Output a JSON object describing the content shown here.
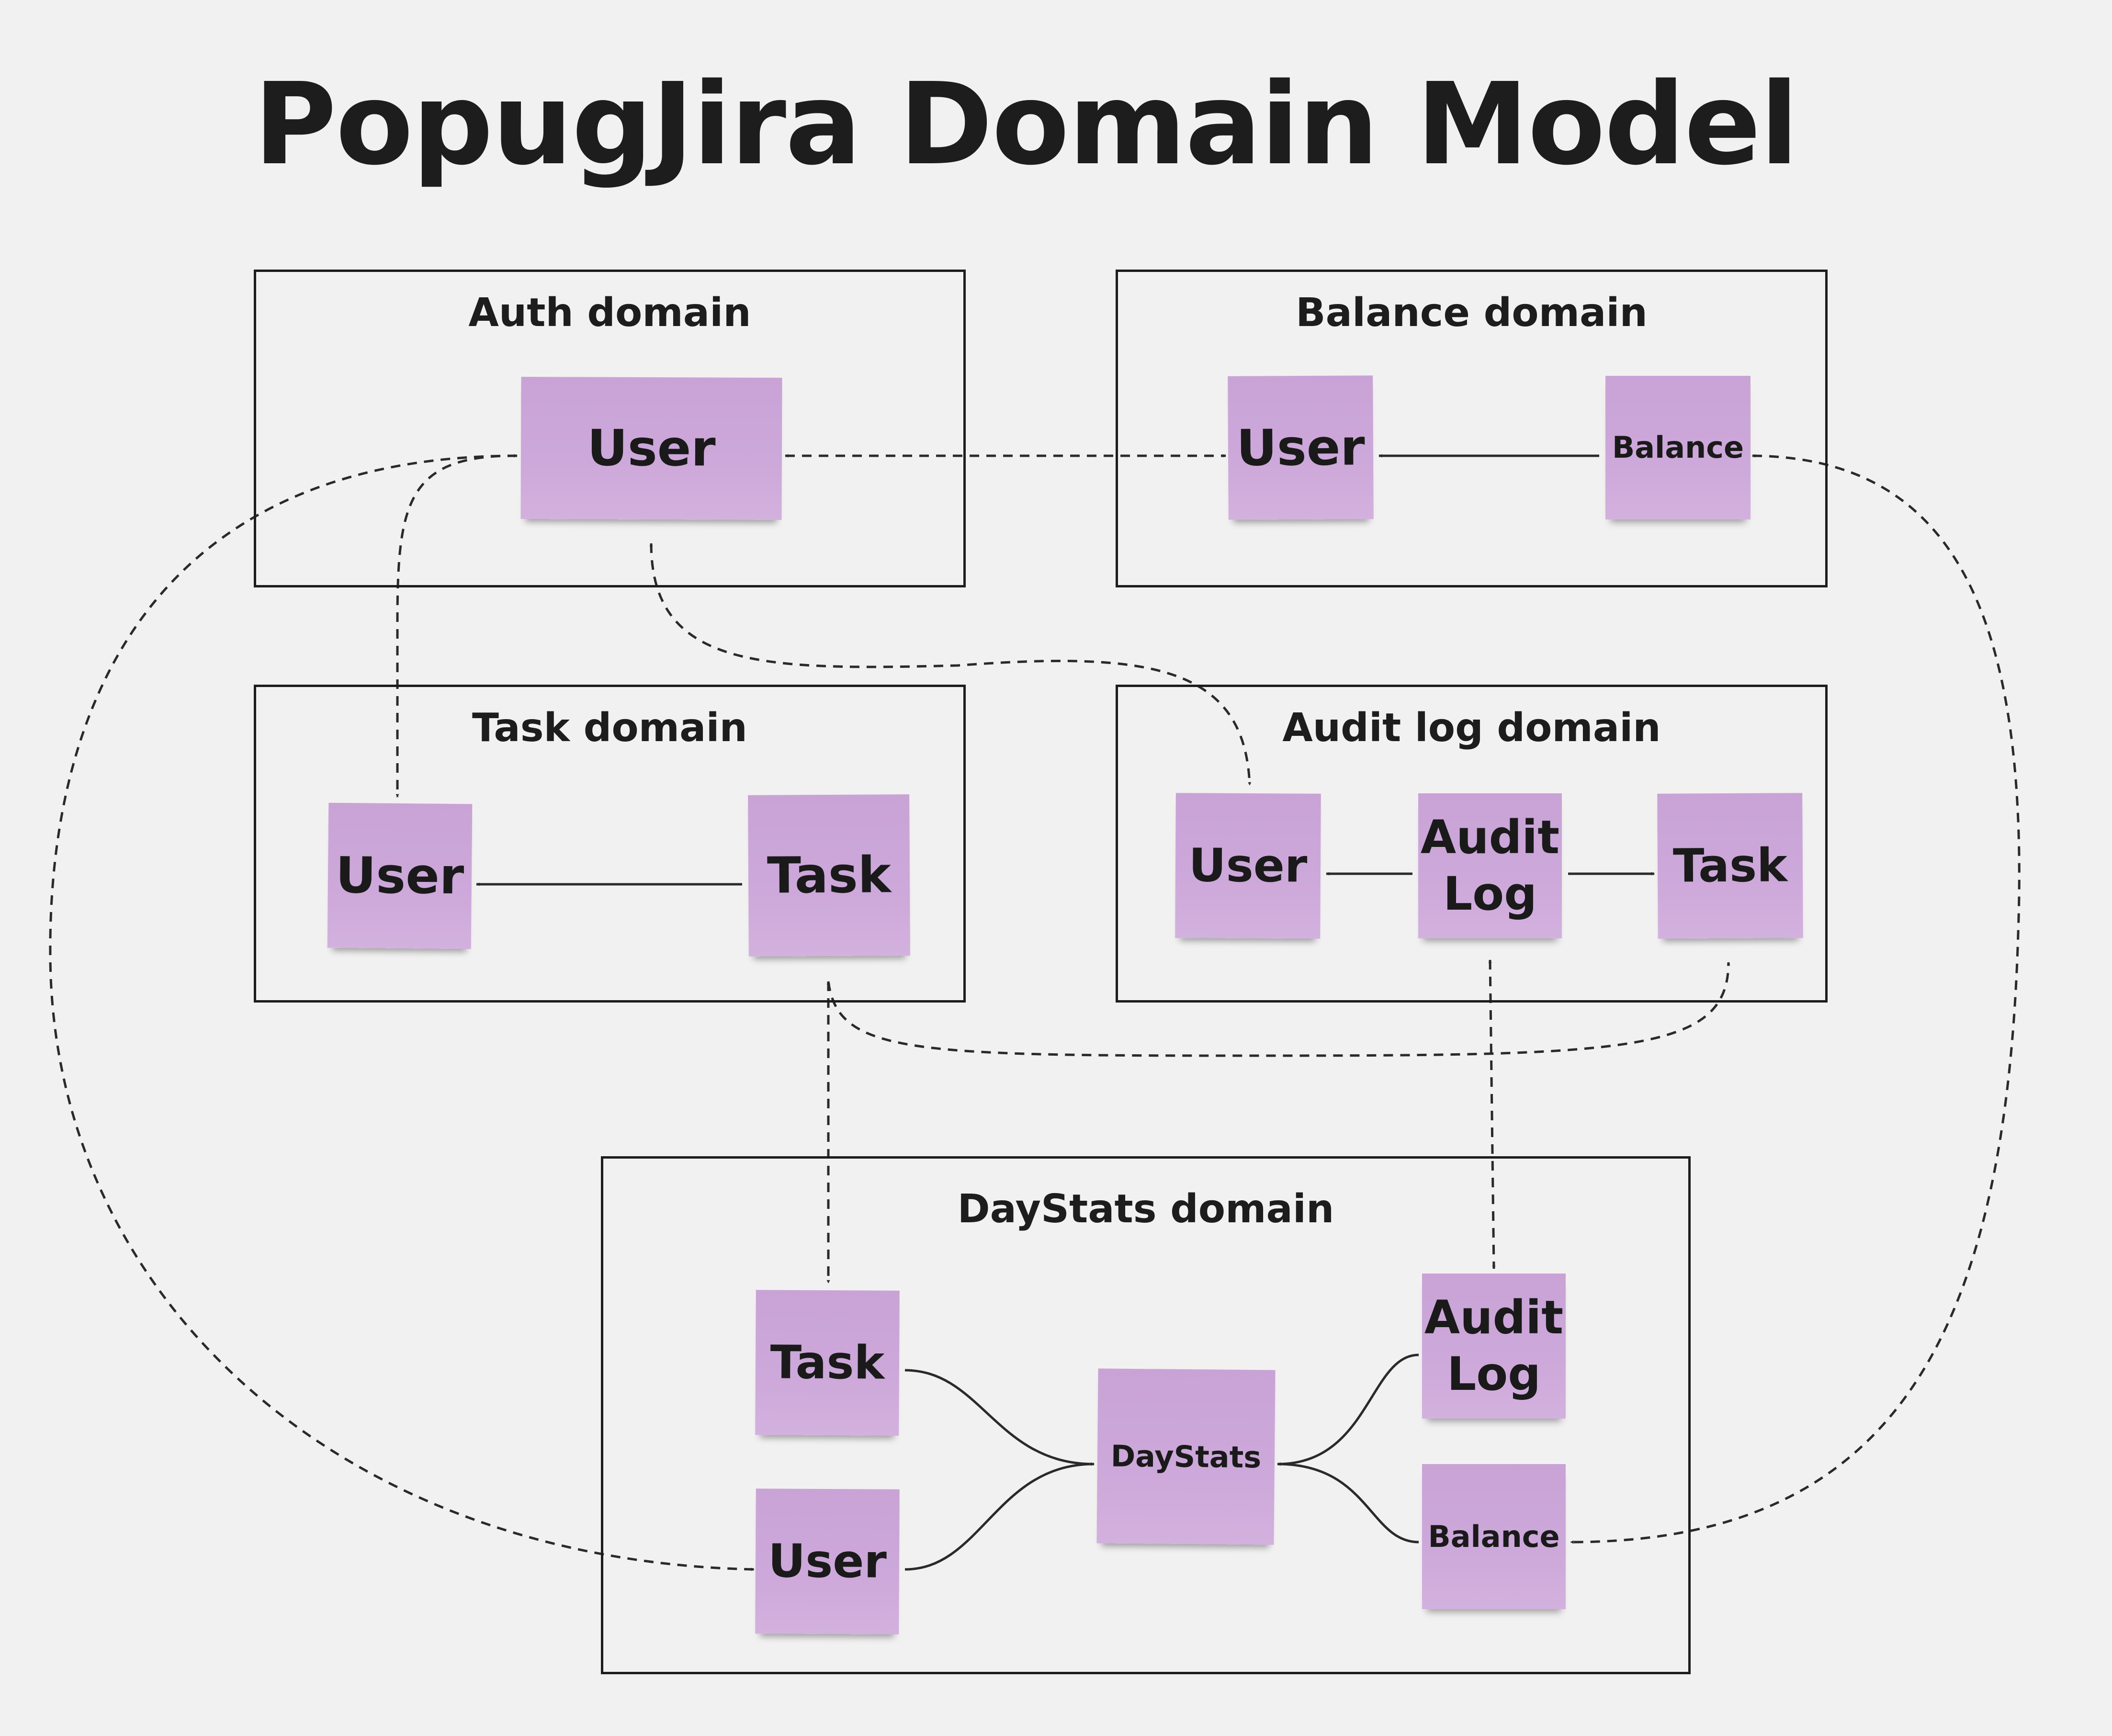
{
  "title": "PopugJira Domain Model",
  "colors": {
    "background": "#f2f1f1",
    "sticky_note": "#cba6d9",
    "ink": "#1d1d1d"
  },
  "domains": {
    "auth": {
      "title": "Auth domain",
      "user": "User"
    },
    "balance": {
      "title": "Balance domain",
      "user": "User",
      "balance": "Balance"
    },
    "task": {
      "title": "Task domain",
      "user": "User",
      "task": "Task"
    },
    "audit": {
      "title": "Audit log domain",
      "user": "User",
      "audit_log": "Audit Log",
      "task": "Task"
    },
    "daystats": {
      "title": "DayStats domain",
      "task": "Task",
      "user": "User",
      "daystats": "DayStats",
      "audit_log": "Audit Log",
      "balance": "Balance"
    }
  }
}
